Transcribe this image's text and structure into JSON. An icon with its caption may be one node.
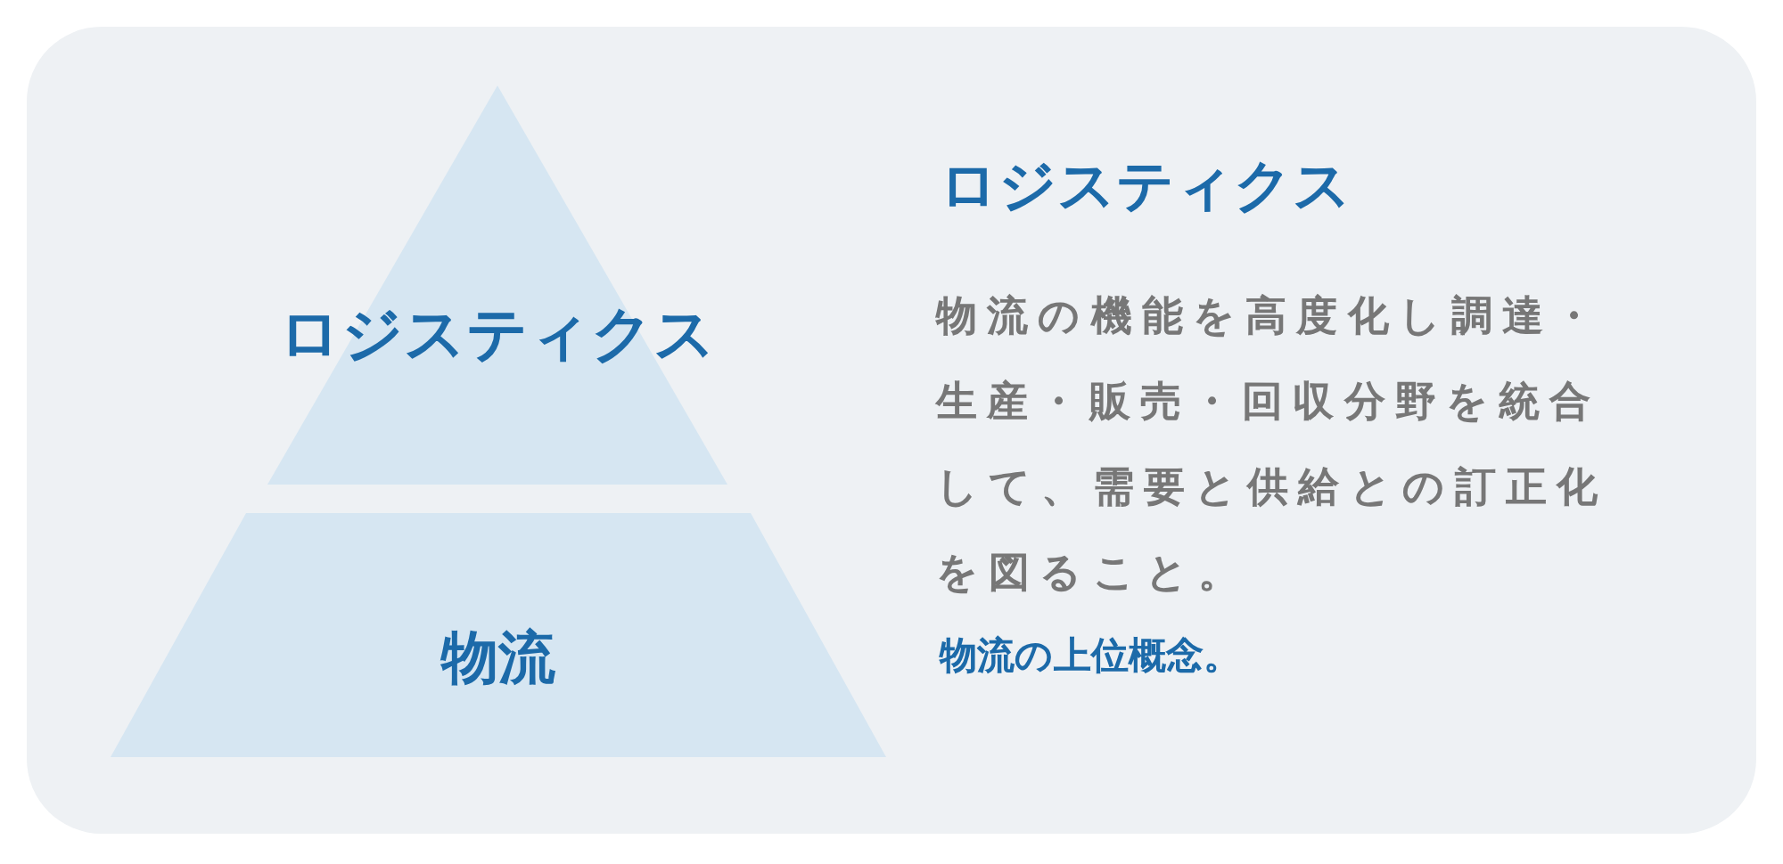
{
  "diagram": {
    "nodes": [
      {
        "text": [
          "ロジスティクス"
        ]
      },
      {
        "text": [
          "物流"
        ]
      }
    ],
    "edges": [],
    "labels": [
      "ロジスティクス",
      "物流の機能を高度化し調達・生産・販売・回収分野を統合して、需要と供給との訂正化を図ること。",
      "物流の上位概念。"
    ]
  }
}
